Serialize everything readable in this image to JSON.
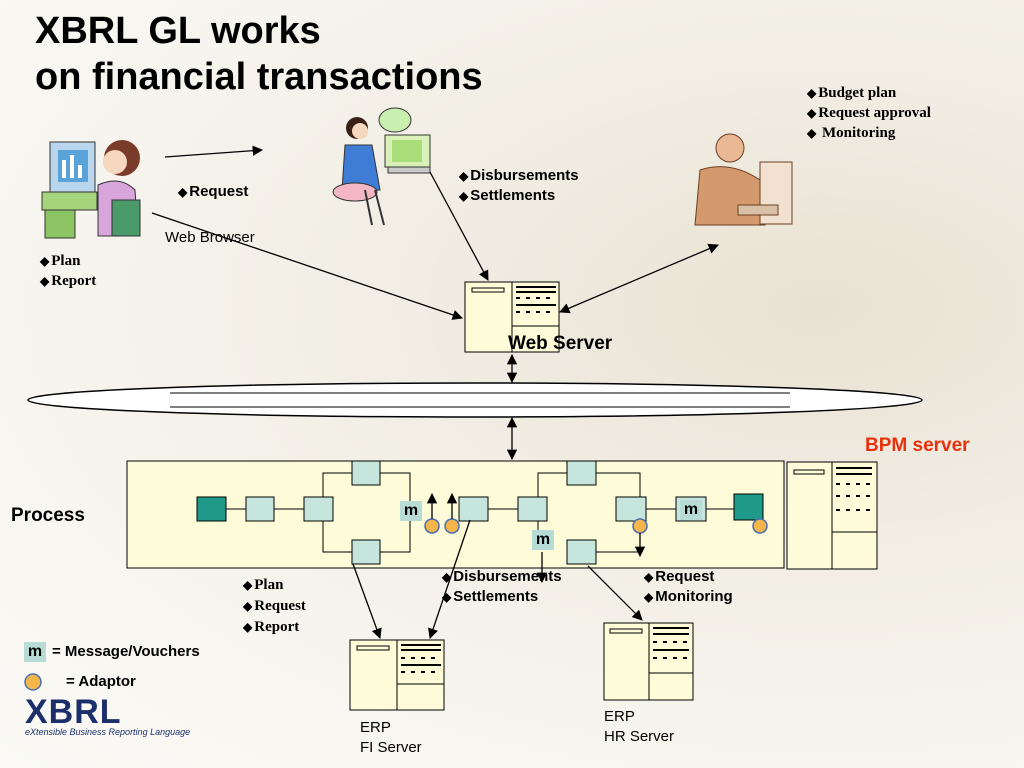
{
  "title_line1": "XBRL GL works",
  "title_line2": "on financial transactions",
  "left_user": {
    "request": "Request",
    "web_browser": "Web Browser",
    "plan": "Plan",
    "report": "Report"
  },
  "center_user": {
    "disbursements": "Disbursements",
    "settlements": "Settlements"
  },
  "right_user": {
    "budget_plan": "Budget  plan",
    "request_approval": "Request approval",
    "monitoring": "Monitoring"
  },
  "web_server": "Web Server",
  "bpm_server": "BPM server",
  "process": "Process",
  "m_label": "m",
  "lower_left": {
    "plan": "Plan",
    "request": "Request",
    "report": "Report"
  },
  "lower_mid": {
    "disbursements": "Disbursements",
    "settlements": "Settlements"
  },
  "lower_right": {
    "request": "Request",
    "monitoring": "Monitoring"
  },
  "legend": {
    "message": "= Message/Vouchers",
    "adaptor": "= Adaptor"
  },
  "logo": {
    "text": "XBRL",
    "tagline": "eXtensible Business Reporting Language"
  },
  "erp_fi_line1": "ERP",
  "erp_fi_line2": "FI Server",
  "erp_hr_line1": "ERP",
  "erp_hr_line2": "HR Server",
  "colors": {
    "node": "#c6e6dd",
    "node_dark": "#1f9a8a",
    "server": "#fdfbd8",
    "adaptor": "#f4b54a",
    "accent": "#e8300c"
  }
}
